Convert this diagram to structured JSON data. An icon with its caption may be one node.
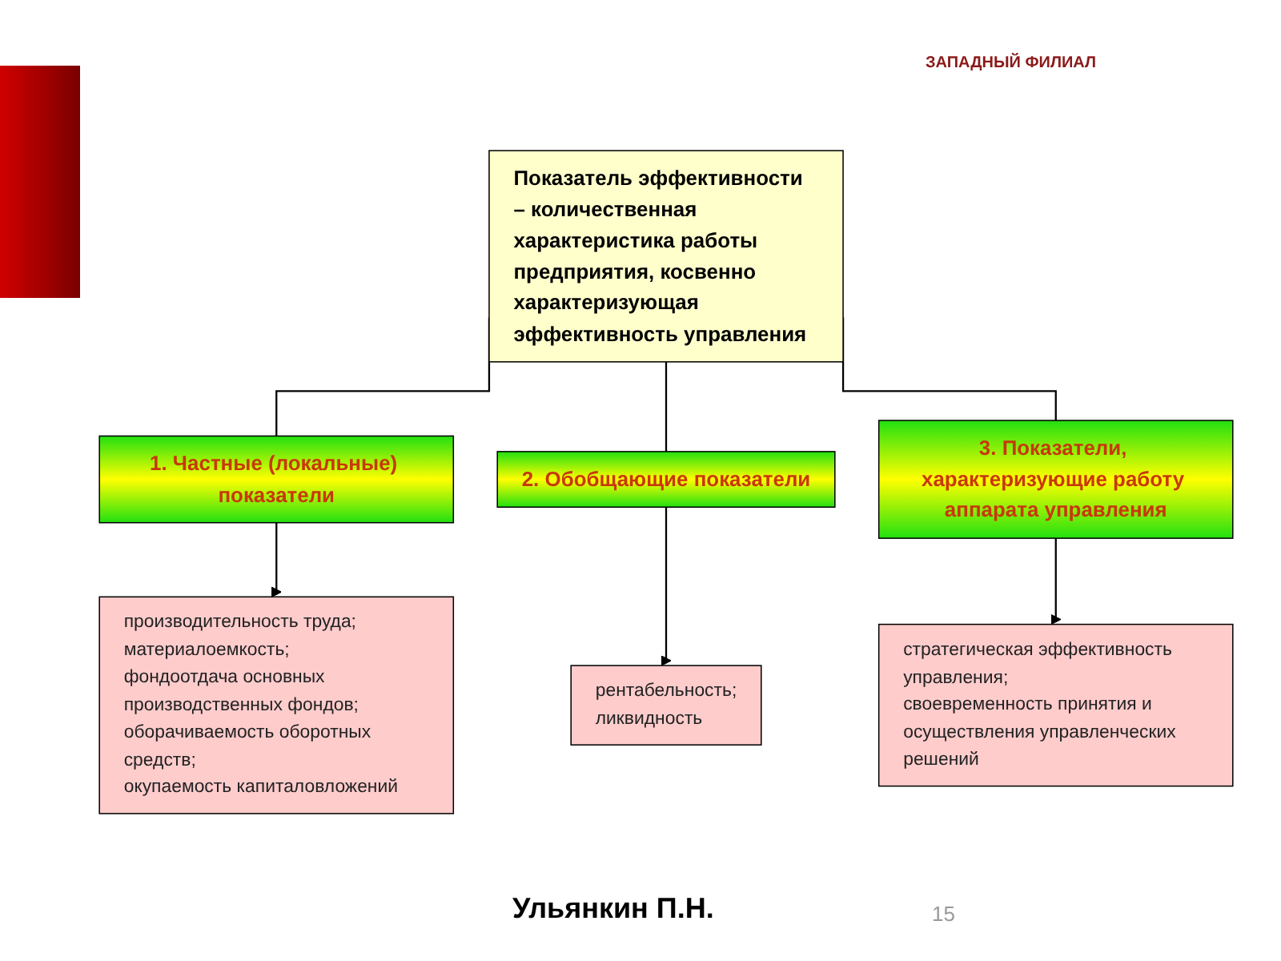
{
  "diagram": {
    "nodes": [
      {
        "text": [
          "Показатель эффективности – количественная характеристика работы предприятия, косвенно характеризующая эффективность управления"
        ]
      },
      {
        "text": [
          "1. Частные (локальные) показатели"
        ]
      },
      {
        "text": [
          "2. Обобщающие показатели"
        ]
      },
      {
        "text": [
          "3. Показатели, характеризующие работу аппарата управления"
        ]
      },
      {
        "text": [
          "производительность труда;",
          "материалоемкость;",
          "фондоотдача основных производственных фондов;",
          "оборачиваемость оборотных средств;",
          "окупаемость капиталовложений"
        ]
      },
      {
        "text": [
          "рентабельность;",
          "ликвидность"
        ]
      },
      {
        "text": [
          "стратегическая эффективность управления;",
          "своевременность принятия и осуществления управленческих решений"
        ]
      }
    ],
    "edges": [
      {
        "from": 0,
        "to": 1,
        "arrow": "none"
      },
      {
        "from": 0,
        "to": 2,
        "arrow": "none"
      },
      {
        "from": 0,
        "to": 3,
        "arrow": "none"
      },
      {
        "from": 1,
        "to": 4,
        "arrow": "to"
      },
      {
        "from": 2,
        "to": 5,
        "arrow": "to"
      },
      {
        "from": 3,
        "to": 6,
        "arrow": "to"
      }
    ],
    "labels": [
      "ЗАПАДНЫЙ ФИЛИАЛ",
      "Ульянкин П.Н.",
      "15"
    ]
  }
}
